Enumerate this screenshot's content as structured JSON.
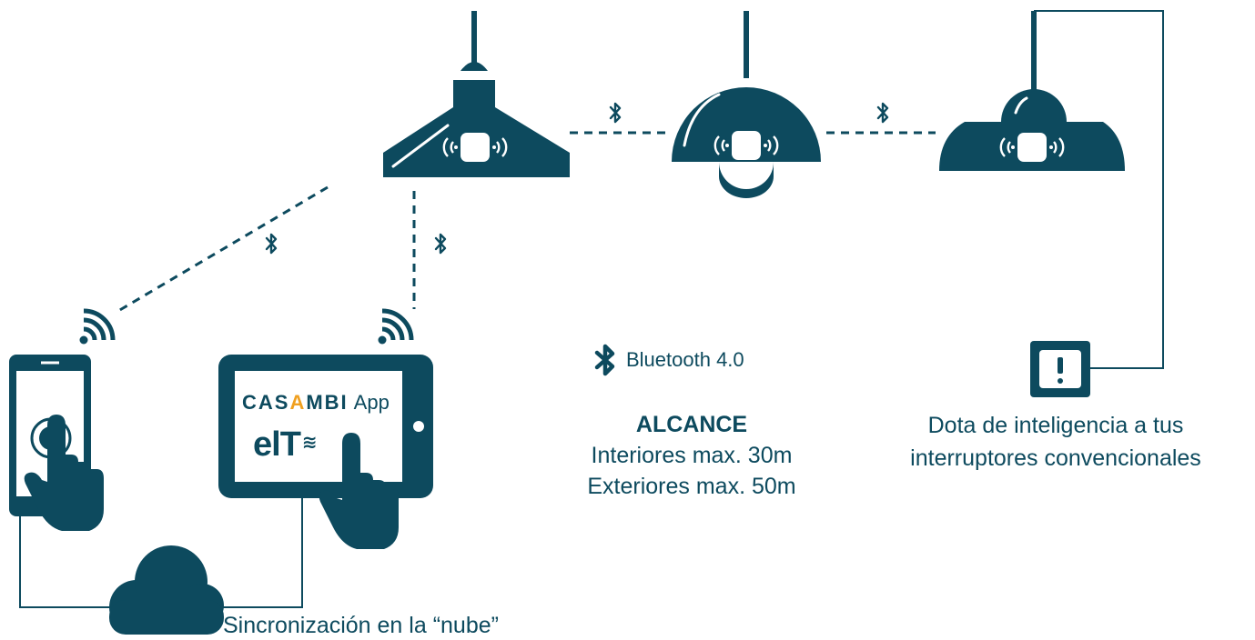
{
  "colors": {
    "primary": "#0d4a5e",
    "accent": "#f0a020",
    "background": "#ffffff"
  },
  "icons": {
    "lamps": [
      "pendant-cone-lamp-icon",
      "pendant-dome-lamp-icon",
      "pendant-shade-lamp-icon"
    ],
    "sensor": "wireless-sensor-icon",
    "link": "bluetooth-icon",
    "devices": [
      "smartphone-icon",
      "tablet-icon"
    ],
    "signal": "wifi-signal-icon",
    "switch": "wall-switch-icon",
    "cloud": "cloud-icon"
  },
  "legend": {
    "bluetooth_label": "Bluetooth  4.0"
  },
  "range": {
    "heading": "ALCANCE",
    "indoor": "Interiores max. 30m",
    "outdoor": "Exteriores max. 50m"
  },
  "switch_caption": {
    "line1": "Dota de inteligencia a tus",
    "line2": "interruptores convencionales"
  },
  "cloud_caption": "Sincronización en la “nube”",
  "tablet_screen": {
    "brand_part1": "CAS",
    "brand_accent": "A",
    "brand_part2": "MBI",
    "app_label": "App",
    "elt_logo": "elT",
    "elt_waves": "≋"
  }
}
